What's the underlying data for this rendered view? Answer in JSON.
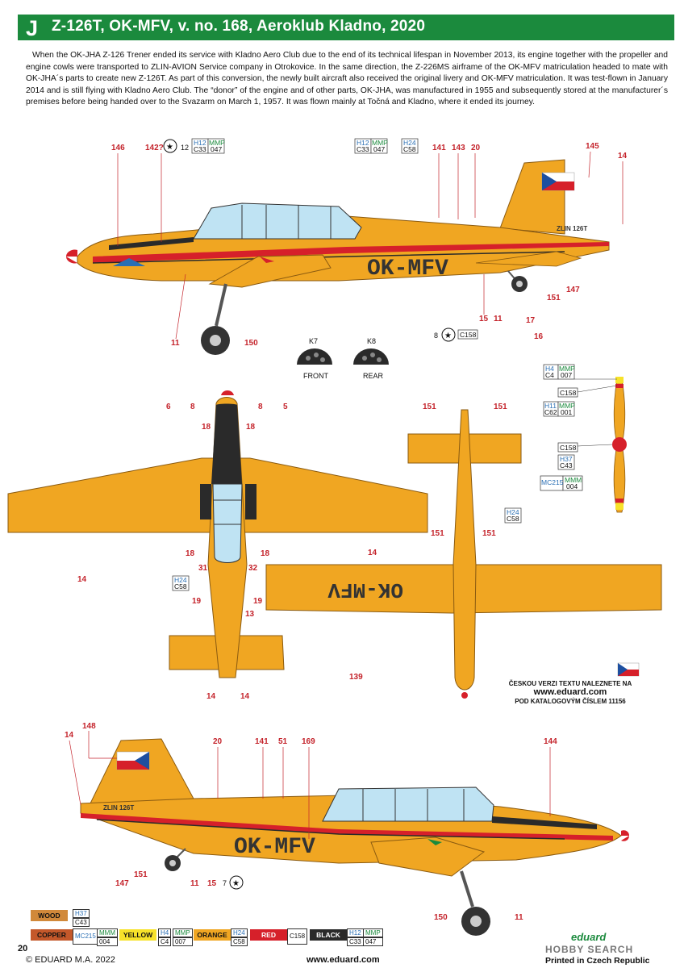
{
  "header": {
    "letter": "J",
    "title": "Z-126T, OK-MFV, v. no. 168, Aeroklub Kladno, 2020"
  },
  "intro": "When the OK-JHA Z-126 Trener ended its service with Kladno Aero Club due to the end of its technical lifespan in November 2013, its engine together with the propeller and engine cowls were transported to ZLIN-AVION Service company in Otrokovice. In the same direction, the Z-226MS airframe of the OK-MFV matriculation headed to mate with OK-JHA´s parts to create new Z-126T. As part of this conversion, the newly built aircraft also received the original livery and OK-MFV matriculation. It was test-flown in January 2014 and is still flying with Kladno Aero Club. The “donor” of the engine and of other parts, OK-JHA, was manufactured in 1955 and subsequently stored at the manufacturer´s premises before being handed over to the Svazarm on March 1, 1957. It was flown mainly at Točná and Kladno, where it ended its journey.",
  "aircraft": {
    "registration": "OK-MFV",
    "tail_text": "ZLIN 126T"
  },
  "views": {
    "front_label": "FRONT",
    "rear_label": "REAR",
    "k7": "K7",
    "k8": "K8"
  },
  "callouts_side_top": [
    "146",
    "142?",
    "12",
    "141",
    "143",
    "20",
    "145",
    "14",
    "11",
    "150",
    "15",
    "11",
    "17",
    "16",
    "151",
    "147",
    "8"
  ],
  "callouts_plan_top": [
    "6",
    "8",
    "8",
    "5",
    "18",
    "18",
    "18",
    "18",
    "31",
    "32",
    "14",
    "19",
    "19",
    "13",
    "14",
    "14"
  ],
  "callouts_plan_bottom": [
    "151",
    "151",
    "151",
    "151",
    "14",
    "139"
  ],
  "callouts_side_bottom": [
    "14",
    "148",
    "20",
    "141",
    "51",
    "169",
    "144",
    "147",
    "151",
    "11",
    "15",
    "7",
    "150",
    "11"
  ],
  "paint_codes": {
    "h12_c33": {
      "a": "H12",
      "b": "C33",
      "c": "MMP",
      "d": "047"
    },
    "h24_c58": {
      "a": "H24",
      "b": "C58"
    },
    "c158": "C158",
    "h4_c4": {
      "a": "H4",
      "b": "C4",
      "c": "MMP",
      "d": "007"
    },
    "h11_c62": {
      "a": "H11",
      "b": "C62",
      "c": "MMP",
      "d": "001"
    },
    "h37_c43": {
      "a": "H37",
      "b": "C43"
    },
    "mc215": {
      "a": "MC215",
      "c": "MMM",
      "d": "004"
    }
  },
  "czech_note": {
    "line1": "ČESKOU VERZI TEXTU NALEZNETE NA",
    "site": "www.eduard.com",
    "line3": "POD KATALOGOVÝM ČÍSLEM 11156"
  },
  "legend": [
    {
      "name": "WOOD",
      "color": "#d1893a",
      "codes": [
        "H37",
        "C43"
      ]
    },
    {
      "name": "COPPER",
      "color": "#c4582a",
      "codes": [
        "MC215",
        "MMM",
        "004"
      ]
    },
    {
      "name": "YELLOW",
      "color": "#f7e22a",
      "codes": [
        "H4",
        "C4",
        "MMP",
        "007"
      ]
    },
    {
      "name": "ORANGE",
      "color": "#f0a622",
      "codes": [
        "H24",
        "C58"
      ]
    },
    {
      "name": "RED",
      "color": "#d6202a",
      "codes": [
        "C158"
      ]
    },
    {
      "name": "BLACK",
      "color": "#2a2a2a",
      "codes": [
        "H12",
        "C33",
        "MMP",
        "047"
      ]
    }
  ],
  "footer": {
    "page": "20",
    "copyright": "© EDUARD M.A. 2022",
    "site": "www.eduard.com",
    "printed": "Printed in Czech Republic",
    "brand": "eduard",
    "hobby": "HOBBY SEARCH"
  },
  "colors": {
    "accent": "#1b8a3d",
    "orange": "#f0a622",
    "red": "#d6202a",
    "canopy": "#bfe3f3"
  }
}
